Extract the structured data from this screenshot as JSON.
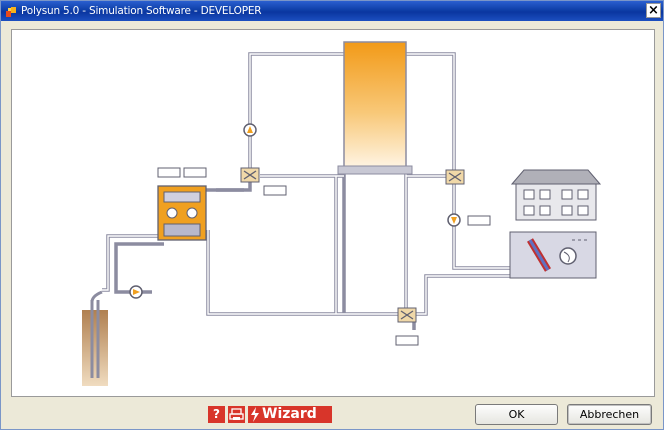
{
  "window": {
    "title": "Polysun 5.0 - Simulation Software - DEVELOPER",
    "close_label": "×"
  },
  "toolbar": {
    "help_label": "?",
    "wizard_label": "Wizard"
  },
  "buttons": {
    "ok_label": "OK",
    "cancel_label": "Abbrechen"
  },
  "icons": [
    "app-icon",
    "close-icon",
    "help-icon",
    "print-icon",
    "lightning-icon",
    "tank-icon",
    "pump-icon",
    "valve-icon",
    "heat-pump-icon",
    "building-icon",
    "boiler-icon",
    "ground-probe-icon",
    "sensor-box-icon"
  ],
  "colors": {
    "title_blue": "#0a36a0",
    "accent_red": "#d8352a",
    "tank_orange": "#f0a020"
  }
}
